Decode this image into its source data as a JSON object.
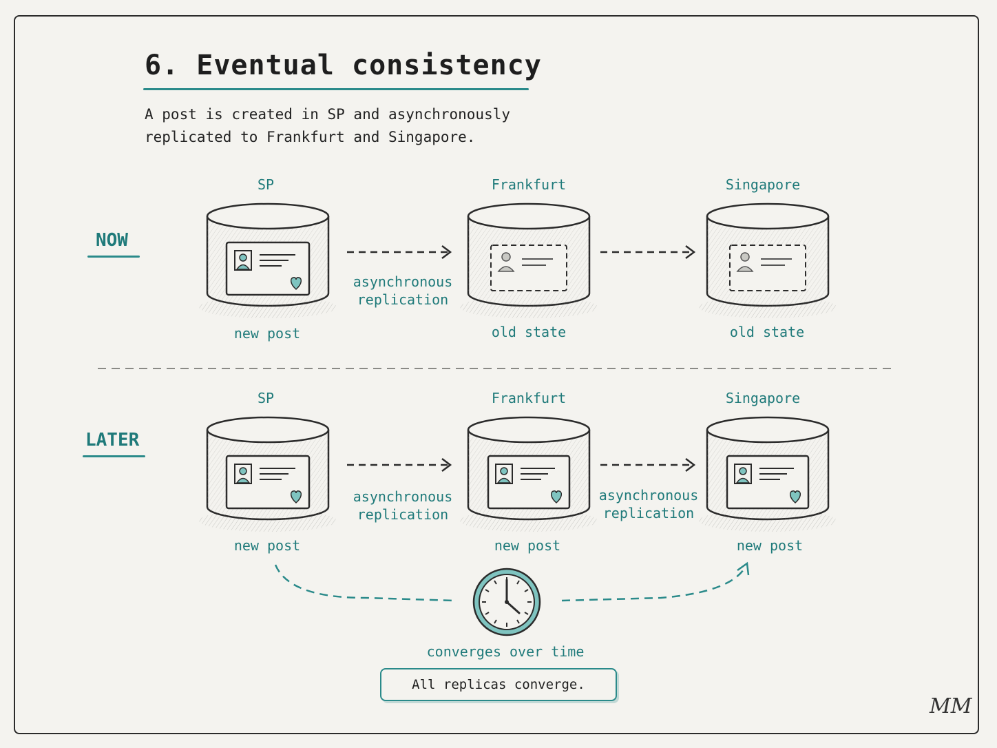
{
  "title": "6. Eventual consistency",
  "subtitle_line1": "A post is created in SP and asynchronously",
  "subtitle_line2": "replicated to Frankfurt and Singapore.",
  "rows": {
    "now": {
      "label": "NOW",
      "nodes": [
        {
          "name": "SP",
          "state": "new post"
        },
        {
          "name": "Frankfurt",
          "state": "old state"
        },
        {
          "name": "Singapore",
          "state": "old state"
        }
      ],
      "arrow_label_line1": "asynchronous",
      "arrow_label_line2": "replication"
    },
    "later": {
      "label": "LATER",
      "nodes": [
        {
          "name": "SP",
          "state": "new post"
        },
        {
          "name": "Frankfurt",
          "state": "new post"
        },
        {
          "name": "Singapore",
          "state": "new post"
        }
      ],
      "arrow1_label_line1": "asynchronous",
      "arrow1_label_line2": "replication",
      "arrow2_label_line1": "asynchronous",
      "arrow2_label_line2": "replication"
    }
  },
  "clock_caption": "converges over time",
  "conclusion": "All replicas converge.",
  "signature": "MM",
  "colors": {
    "accent": "#2a8a8a",
    "ink": "#2b2b2b",
    "paper": "#f4f3ef",
    "fill_light": "#7fc4c0"
  },
  "icons": [
    "database-icon",
    "post-card-icon",
    "user-avatar-icon",
    "heart-icon",
    "clock-icon",
    "arrow-right-icon"
  ]
}
